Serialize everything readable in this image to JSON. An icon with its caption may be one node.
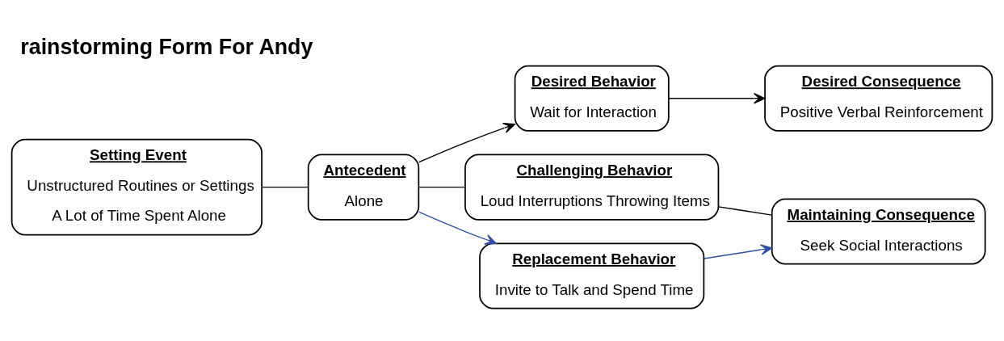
{
  "diagram": {
    "title": "rainstorming Form For Andy",
    "nodes": [
      {
        "text": [
          "Setting Event",
          "Unstructured Routines or Settings",
          "A Lot of Time Spent Alone"
        ]
      },
      {
        "text": [
          "Antecedent",
          "Alone"
        ]
      },
      {
        "text": [
          "Desired Behavior",
          "Wait for Interaction"
        ]
      },
      {
        "text": [
          "Desired Consequence",
          "Positive Verbal Reinforcement"
        ]
      },
      {
        "text": [
          "Challenging Behavior",
          "Loud Interruptions Throwing Items"
        ]
      },
      {
        "text": [
          "Maintaining Consequence",
          "Seek Social Interactions"
        ]
      },
      {
        "text": [
          "Replacement Behavior",
          "Invite to Talk and Spend Time"
        ]
      }
    ],
    "edges": [
      {
        "from": 0,
        "to": 1,
        "arrow": "none"
      },
      {
        "from": 1,
        "to": 2,
        "arrow": "to"
      },
      {
        "from": 2,
        "to": 3,
        "arrow": "to"
      },
      {
        "from": 1,
        "to": 4,
        "arrow": "none"
      },
      {
        "from": 4,
        "to": 5,
        "arrow": "none"
      },
      {
        "from": 1,
        "to": 6,
        "arrow": "to",
        "color": "#2f4fa0"
      },
      {
        "from": 6,
        "to": 5,
        "arrow": "to",
        "color": "#2f4fa0"
      }
    ]
  }
}
